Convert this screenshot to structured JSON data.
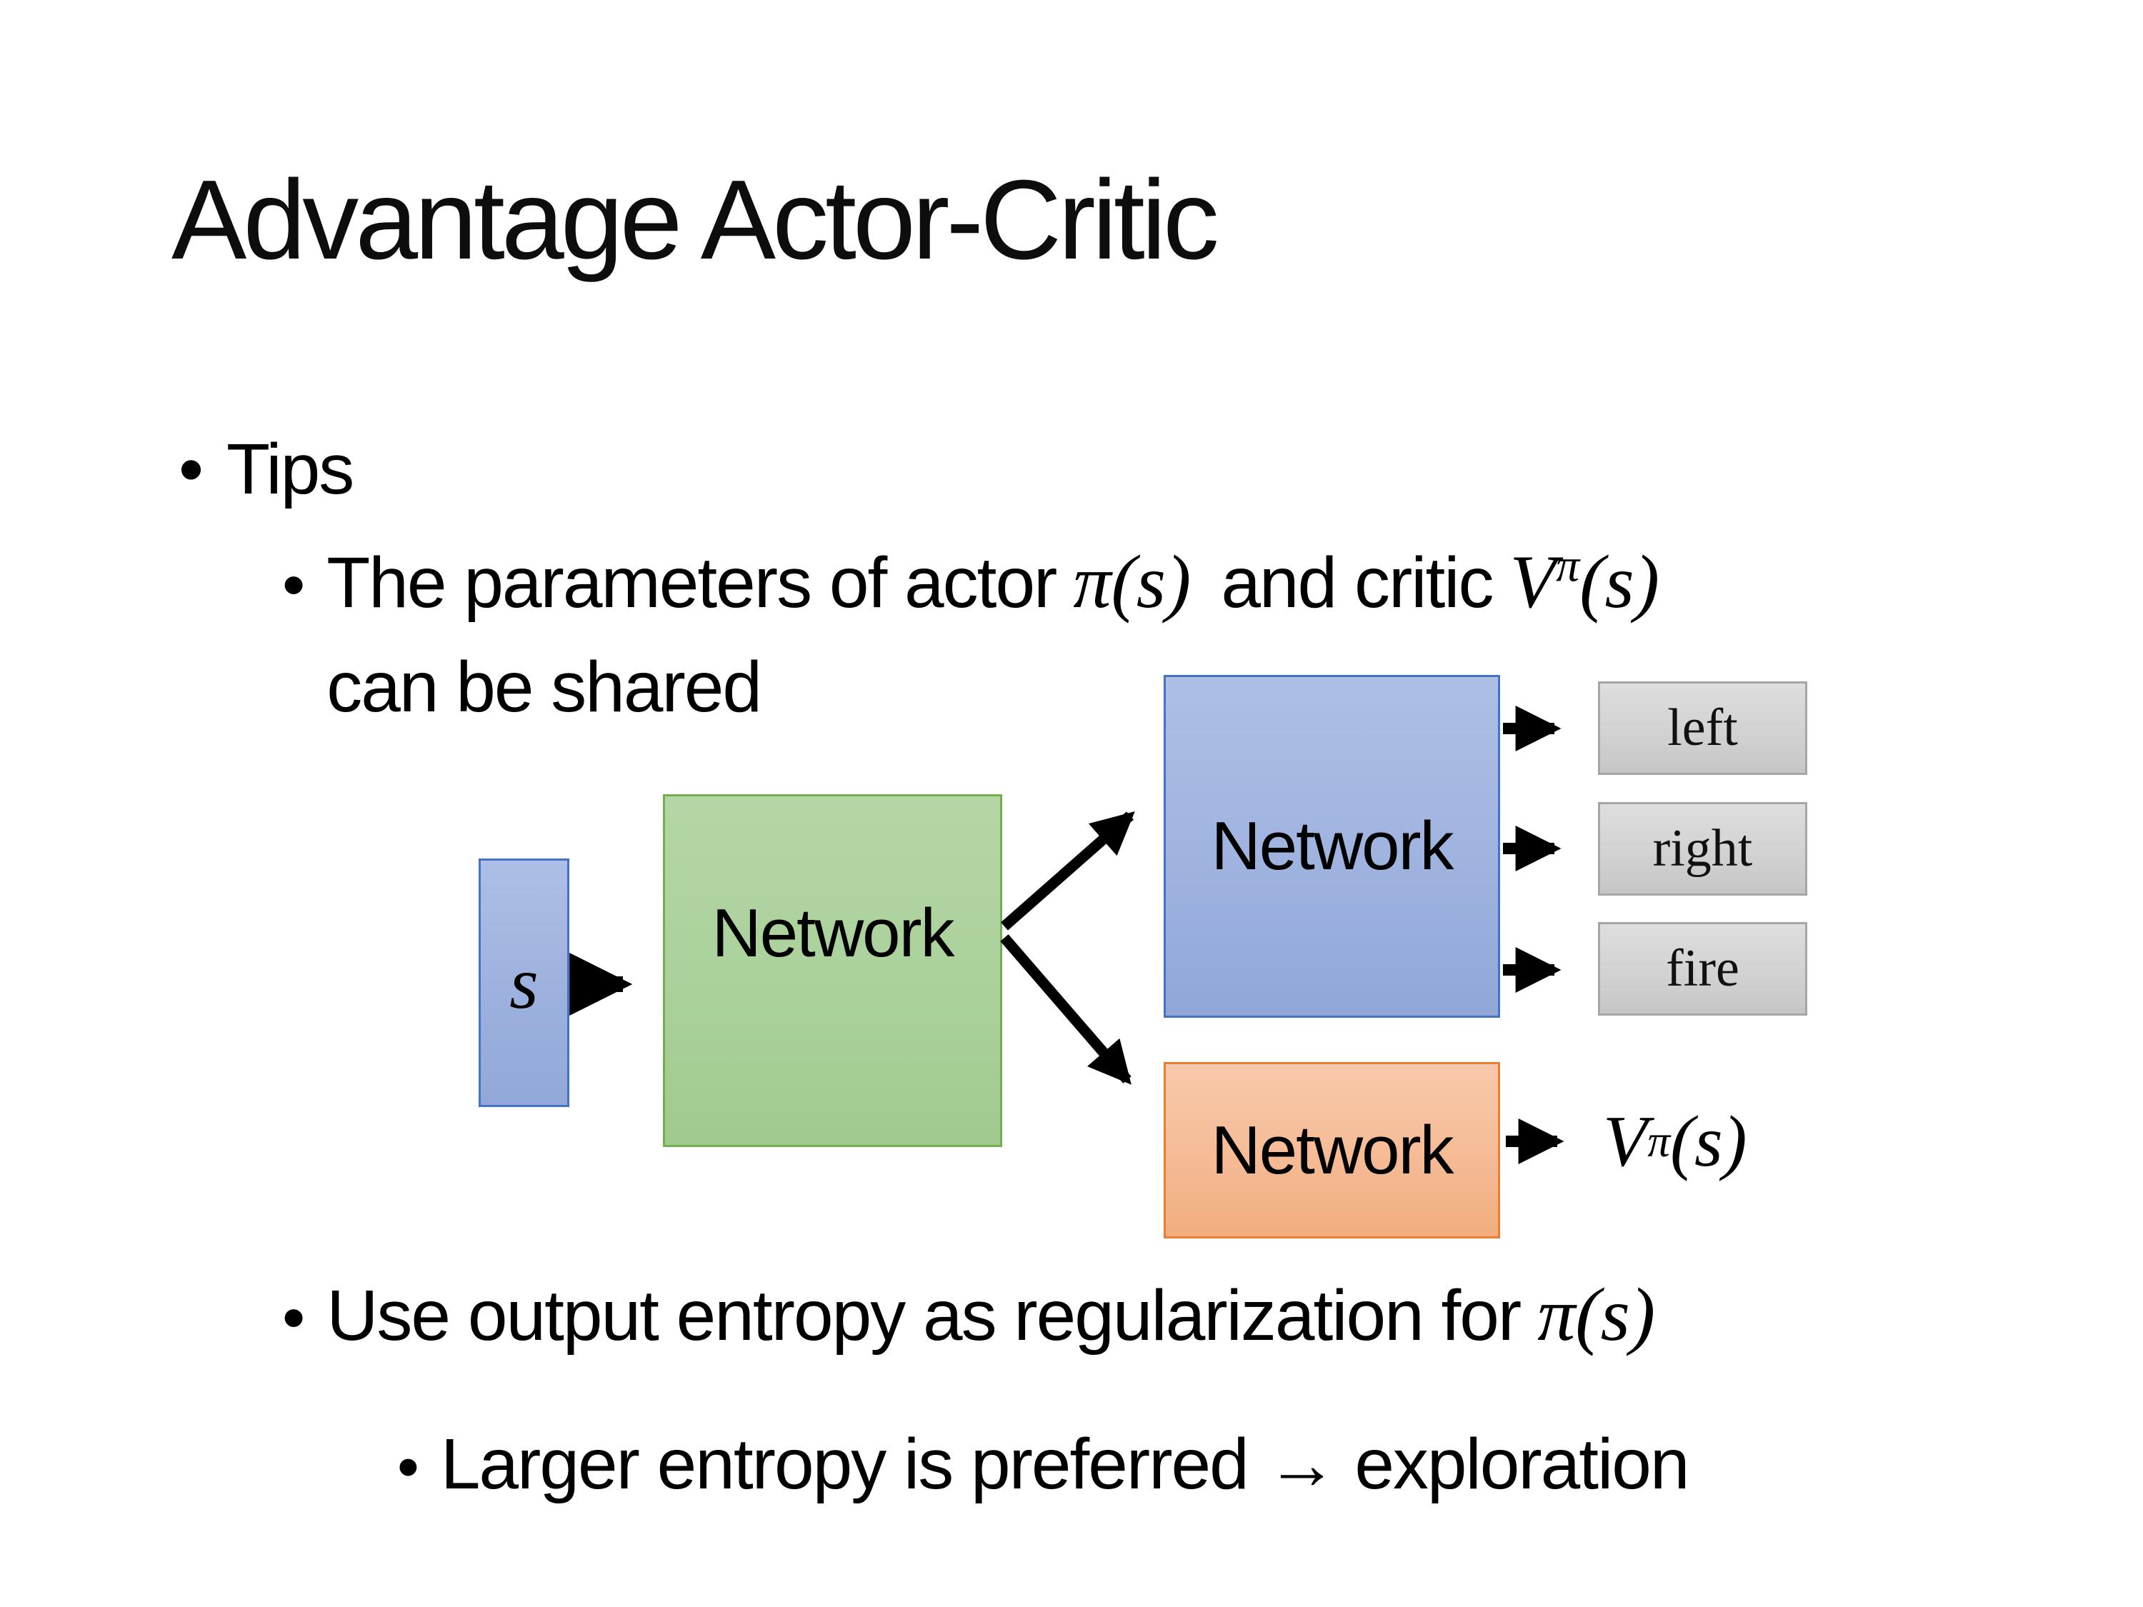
{
  "slide": {
    "title": "Advantage Actor-Critic",
    "bullet_char": "•",
    "tips": "Tips",
    "sub_bullet": {
      "text_pre": "The parameters of actor",
      "math_actor": "π(s)",
      "text_mid": "and critic",
      "math_critic_base": "V",
      "math_critic_sup": "π",
      "math_critic_args": "(s)",
      "line2": "can be shared"
    },
    "bullet_entropy": {
      "text_pre": "Use output entropy as regularization for",
      "math": "π(s)"
    },
    "bullet_exploration": "Larger entropy is preferred → exploration"
  },
  "diagram": {
    "state_label": "s",
    "shared_network_label": "Network",
    "actor_network_label": "Network",
    "critic_network_label": "Network",
    "actions": [
      "left",
      "right",
      "fire"
    ],
    "value_output": {
      "base": "V",
      "sup": "π",
      "args": "(s)"
    }
  },
  "colors": {
    "state_fill": "#9cb1dd",
    "state_border": "#4472c4",
    "shared_fill": "#aad19b",
    "shared_border": "#74ad52",
    "actor_fill": "#9fb3df",
    "actor_border": "#4472c4",
    "critic_fill": "#f5bb95",
    "critic_border": "#ed7d31",
    "action_fill": "#d2d2d2",
    "action_border": "#a6a6a6",
    "arrow": "#000000"
  }
}
